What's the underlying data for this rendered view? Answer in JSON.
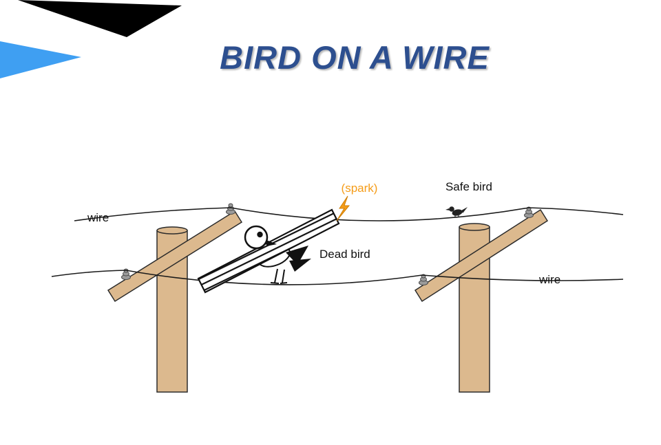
{
  "slide": {
    "title": "BIRD ON A WIRE"
  },
  "decorations": {
    "banner_color": "#000000",
    "arrow_color": "#3f9ff2",
    "title_color": "#2d4f8f"
  },
  "diagram": {
    "labels": {
      "wire_left": "wire",
      "spark": "(spark)",
      "safe_bird": "Safe bird",
      "dead_bird": "Dead bird",
      "wire_right": "wire"
    },
    "colors": {
      "pole": "#dcb98e",
      "outline": "#2b2b2b",
      "wire": "#1a1a1a",
      "insulator": "#9b9b9b",
      "spark": "#f59c18",
      "bird": "#111111"
    }
  }
}
